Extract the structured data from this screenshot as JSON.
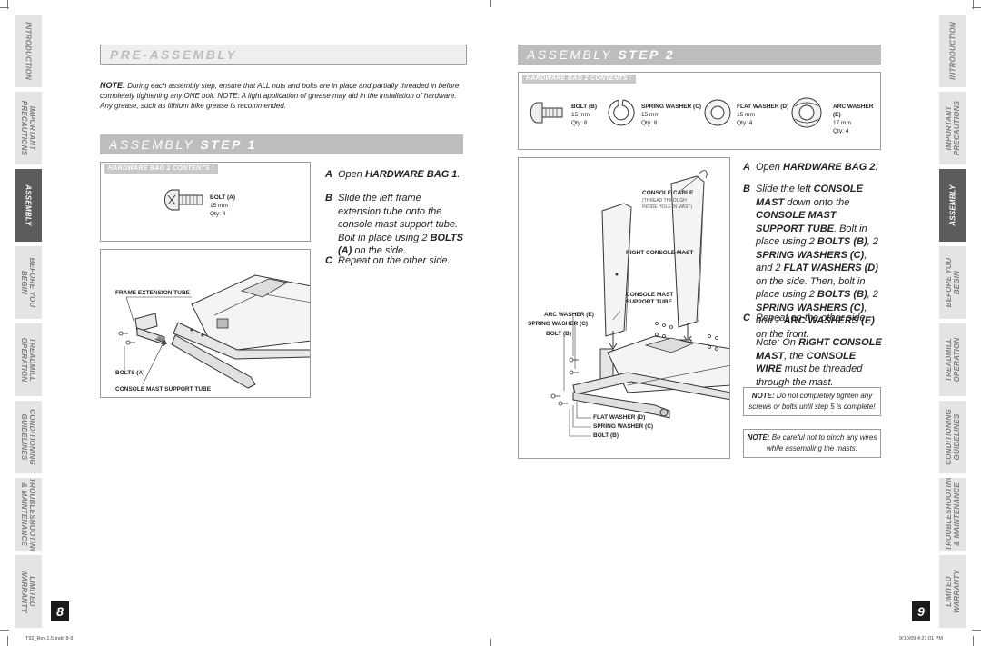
{
  "sidebar_left": [
    {
      "label": "INTRODUCTION",
      "active": false
    },
    {
      "label": "IMPORTANT PRECAUTIONS",
      "active": false
    },
    {
      "label": "ASSEMBLY",
      "active": true
    },
    {
      "label": "BEFORE YOU BEGIN",
      "active": false
    },
    {
      "label": "TREADMILL OPERATION",
      "active": false
    },
    {
      "label": "CONDITIONING GUIDELINES",
      "active": false
    },
    {
      "label": "TROUBLESHOOTING & MAINTENANCE",
      "active": false
    },
    {
      "label": "LIMITED WARRANTY",
      "active": false
    }
  ],
  "sidebar_right": [
    {
      "label": "INTRODUCTION",
      "active": false
    },
    {
      "label": "IMPORTANT PRECAUTIONS",
      "active": false
    },
    {
      "label": "ASSEMBLY",
      "active": true
    },
    {
      "label": "BEFORE YOU BEGIN",
      "active": false
    },
    {
      "label": "TREADMILL OPERATION",
      "active": false
    },
    {
      "label": "CONDITIONING GUIDELINES",
      "active": false
    },
    {
      "label": "TROUBLESHOOTING & MAINTENANCE",
      "active": false
    },
    {
      "label": "LIMITED WARRANTY",
      "active": false
    }
  ],
  "left_page": {
    "page_number": "8",
    "pre_assembly": {
      "title": "PRE-ASSEMBLY",
      "note_label": "NOTE:",
      "note_text": "During each assembly step, ensure that ALL nuts and bolts are in place and partially threaded in before completely tightening any ONE bolt. NOTE: A light application of grease may aid in the installation of hardware. Any grease, such as lithium bike grease is recommended."
    },
    "step1": {
      "title_light": "ASSEMBLY",
      "title_bold": "STEP 1",
      "hardware_label": "HARDWARE BAG 1 CONTENTS :",
      "bolt": {
        "name": "BOLT (A)",
        "size": "15 mm",
        "qty": "Qty: 4"
      },
      "diagram_labels": {
        "frame_extension_tube": "FRAME EXTENSION TUBE",
        "bolts_a": "BOLTS (A)",
        "console_mast_support_tube": "CONSOLE MAST SUPPORT TUBE"
      },
      "instructions": {
        "a_letter": "A",
        "a_pre": "Open ",
        "a_bold": "HARDWARE BAG 1",
        "a_post": ".",
        "b_letter": "B",
        "b_pre": "Slide the left frame extension tube onto the console mast support tube. Bolt in place using 2 ",
        "b_bold": "BOLTS (A)",
        "b_post": " on the side.",
        "c_letter": "C",
        "c_text": "Repeat on the other side."
      }
    },
    "footer_file": "T92_Rev.1.5.indd   8-9"
  },
  "right_page": {
    "page_number": "9",
    "step2": {
      "title_light": "ASSEMBLY",
      "title_bold": "STEP 2",
      "hardware_label": "HARDWARE BAG 2 CONTENTS :",
      "parts": [
        {
          "name": "BOLT (B)",
          "size": "15 mm",
          "qty": "Qty: 8"
        },
        {
          "name": "SPRING WASHER (C)",
          "size": "15 mm",
          "qty": "Qty: 8"
        },
        {
          "name": "FLAT WASHER (D)",
          "size": "15 mm",
          "qty": "Qty: 4"
        },
        {
          "name": "ARC WASHER (E)",
          "size": "17 mm",
          "qty": "Qty: 4"
        }
      ],
      "diagram_labels": {
        "console_cable": "CONSOLE CABLE",
        "console_cable_note1": "(THREAD THROUGH",
        "console_cable_note2": "INSIDE HOLE IN MAST)",
        "right_console_mast": "RIGHT CONSOLE MAST",
        "console_mast_support_tube_1": "CONSOLE MAST",
        "console_mast_support_tube_2": "SUPPORT TUBE",
        "arc_washer": "ARC WASHER (E)",
        "spring_washer_top": "SPRING WASHER (C)",
        "bolt_top": "BOLT (B)",
        "flat_washer": "FLAT WASHER (D)",
        "spring_washer_bottom": "SPRING WASHER (C)",
        "bolt_bottom": "BOLT (B)"
      },
      "instructions": {
        "a_letter": "A",
        "a_pre": "Open ",
        "a_bold": "HARDWARE BAG 2",
        "a_post": ".",
        "b_letter": "B",
        "b_t1": "Slide the left ",
        "b_b1": "CONSOLE MAST",
        "b_t2": " down onto the ",
        "b_b2": "CONSOLE MAST SUPPORT TUBE",
        "b_t3": ". Bolt in place using 2 ",
        "b_b3": "BOLTS (B)",
        "b_t4": ", 2 ",
        "b_b4": "SPRING WASHERS (C)",
        "b_t5": ", and 2 ",
        "b_b5": "FLAT WASHERS (D)",
        "b_t6": " on the side. Then, bolt in place using 2 ",
        "b_b6": "BOLTS (B)",
        "b_t7": ", 2 ",
        "b_b7": "SPRING WASHERS (C)",
        "b_t8": ", and 2 ",
        "b_b8": "ARC WASHERS (E)",
        "b_t9": " on the front.",
        "c_letter": "C",
        "c_text": "Repeat on the other side.",
        "note_pre": "Note: On ",
        "note_b1": "RIGHT CONSOLE MAST",
        "note_mid": ", the ",
        "note_b2": "CONSOLE WIRE",
        "note_post": " must be threaded through the mast."
      },
      "note_box_1": {
        "label": "NOTE:",
        "text": "Do not completely tighten any screws or bolts until step 5 is complete!"
      },
      "note_box_2": {
        "label": "NOTE:",
        "text": "Be careful not to pinch any wires while assembling the masts."
      }
    },
    "footer_date": "9/10/09   4:21:01 PM"
  }
}
